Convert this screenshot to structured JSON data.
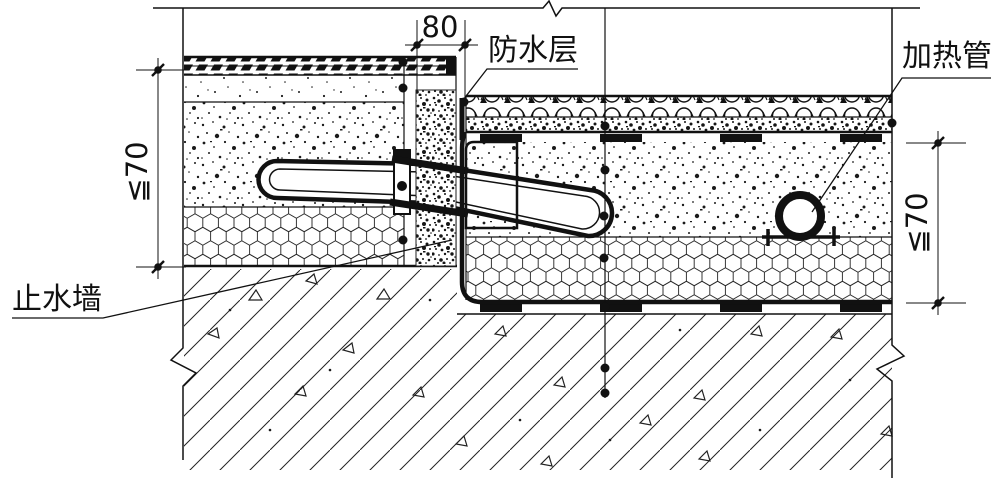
{
  "drawing": {
    "type": "construction-detail-section",
    "labels": {
      "waterproof_layer": "防水层",
      "heating_pipe": "加热管",
      "water_stop_wall": "止水墙"
    },
    "dimensions": {
      "joint_width": "80",
      "left_height_limit": "≦70",
      "right_height_limit": "≦70"
    },
    "colors": {
      "ink": "#111111",
      "background": "#ffffff"
    }
  }
}
